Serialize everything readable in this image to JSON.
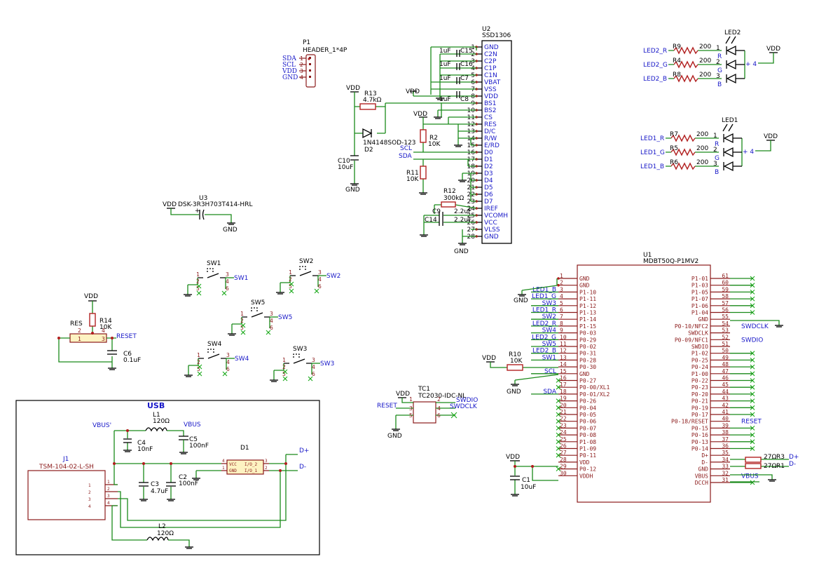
{
  "power_labels": {
    "vdd": "VDD",
    "gnd": "GND",
    "vbus": "VBUS",
    "vbus_p": "VBUS'"
  },
  "p1": {
    "ref": "P1",
    "value": "HEADER_1*4P",
    "pins": [
      {
        "num": "1",
        "net": "SDA"
      },
      {
        "num": "2",
        "net": "SCL"
      },
      {
        "num": "3",
        "net": "VDD"
      },
      {
        "num": "4",
        "net": "GND"
      }
    ]
  },
  "u2": {
    "ref": "U2",
    "value": "SSD1306",
    "pins": [
      {
        "num": "1",
        "name": "GND"
      },
      {
        "num": "2",
        "name": "C2N"
      },
      {
        "num": "3",
        "name": "C2P"
      },
      {
        "num": "4",
        "name": "C1P"
      },
      {
        "num": "5",
        "name": "C1N"
      },
      {
        "num": "6",
        "name": "VBAT"
      },
      {
        "num": "7",
        "name": "VSS"
      },
      {
        "num": "8",
        "name": "VDD"
      },
      {
        "num": "9",
        "name": "BS1"
      },
      {
        "num": "10",
        "name": "BS2"
      },
      {
        "num": "11",
        "name": "CS"
      },
      {
        "num": "12",
        "name": "RES"
      },
      {
        "num": "13",
        "name": "D/C"
      },
      {
        "num": "14",
        "name": "R/W"
      },
      {
        "num": "15",
        "name": "E/RD"
      },
      {
        "num": "16",
        "name": "D0"
      },
      {
        "num": "17",
        "name": "D1"
      },
      {
        "num": "18",
        "name": "D2"
      },
      {
        "num": "19",
        "name": "D3"
      },
      {
        "num": "20",
        "name": "D4"
      },
      {
        "num": "21",
        "name": "D5"
      },
      {
        "num": "22",
        "name": "D6"
      },
      {
        "num": "23",
        "name": "D7"
      },
      {
        "num": "24",
        "name": "IREF"
      },
      {
        "num": "25",
        "name": "VCOMH"
      },
      {
        "num": "26",
        "name": "VCC"
      },
      {
        "num": "27",
        "name": "VLSS"
      },
      {
        "num": "28",
        "name": "GND"
      }
    ],
    "caps": [
      {
        "ref": "C15",
        "value": "1uF"
      },
      {
        "ref": "C16",
        "value": "1uF"
      },
      {
        "ref": "C7",
        "value": "1uF"
      },
      {
        "ref": "C8",
        "value": "1uF"
      }
    ],
    "net_scl": "SCL",
    "net_sda": "SDA"
  },
  "oled_passives": {
    "r13": {
      "ref": "R13",
      "value": "4.7kΩ"
    },
    "d2": {
      "ref": "D2",
      "value": "1N4148SOD-123"
    },
    "c10": {
      "ref": "C10",
      "value": "10uF"
    },
    "r2": {
      "ref": "R2",
      "value": "10K"
    },
    "r11": {
      "ref": "R11",
      "value": "10K"
    },
    "r12": {
      "ref": "R12",
      "value": "300kΩ"
    },
    "c9": {
      "ref": "C9",
      "value": "2.2uF"
    },
    "c14": {
      "ref": "C14",
      "value": "2.2uF"
    }
  },
  "u3": {
    "ref": "U3",
    "value": "DSK-3R3H703T414-HRL"
  },
  "switches": [
    {
      "ref": "SW1",
      "net": "SW1"
    },
    {
      "ref": "SW2",
      "net": "SW2"
    },
    {
      "ref": "SW5",
      "net": "SW5"
    },
    {
      "ref": "SW4",
      "net": "SW4"
    },
    {
      "ref": "SW3",
      "net": "SW3"
    }
  ],
  "switch_pins": [
    "1",
    "2",
    "3",
    "4",
    "5",
    "6"
  ],
  "reset": {
    "sw_ref": "RES",
    "r14": {
      "ref": "R14",
      "value": "10K"
    },
    "c6": {
      "ref": "C6",
      "value": "0.1uF"
    },
    "net": "RESET"
  },
  "leds": [
    {
      "ref": "LED2",
      "nets": [
        "LED2_R",
        "LED2_G",
        "LED2_B"
      ],
      "resistors": [
        {
          "ref": "R9",
          "value": "200"
        },
        {
          "ref": "R4",
          "value": "200"
        },
        {
          "ref": "R8",
          "value": "200"
        }
      ],
      "colors": [
        "R",
        "G",
        "B"
      ],
      "pin_common": "+ 4"
    },
    {
      "ref": "LED1",
      "nets": [
        "LED1_R",
        "LED1_G",
        "LED1_B"
      ],
      "resistors": [
        {
          "ref": "R7",
          "value": "200"
        },
        {
          "ref": "R5",
          "value": "200"
        },
        {
          "ref": "R6",
          "value": "200"
        }
      ],
      "colors": [
        "R",
        "G",
        "B"
      ],
      "pin_common": "+ 4"
    }
  ],
  "u1": {
    "ref": "U1",
    "value": "MDBT50Q-P1MV2",
    "left_pins": [
      {
        "num": "1",
        "name": "GND",
        "net": ""
      },
      {
        "num": "2",
        "name": "GND",
        "net": ""
      },
      {
        "num": "3",
        "name": "P1-10",
        "net": "LED1_B"
      },
      {
        "num": "4",
        "name": "P1-11",
        "net": "LED1_G"
      },
      {
        "num": "5",
        "name": "P1-12",
        "net": "SW3"
      },
      {
        "num": "6",
        "name": "P1-13",
        "net": "LED1_R"
      },
      {
        "num": "7",
        "name": "P1-14",
        "net": "SW2"
      },
      {
        "num": "8",
        "name": "P1-15",
        "net": "LED2_R"
      },
      {
        "num": "9",
        "name": "P0-03",
        "net": "SW4"
      },
      {
        "num": "10",
        "name": "P0-29",
        "net": "LED2_G"
      },
      {
        "num": "11",
        "name": "P0-02",
        "net": "SW5"
      },
      {
        "num": "12",
        "name": "P0-31",
        "net": "LED2_B"
      },
      {
        "num": "13",
        "name": "P0-28",
        "net": "SW1"
      },
      {
        "num": "14",
        "name": "P0-30",
        "net": ""
      },
      {
        "num": "15",
        "name": "GND",
        "net": "SCL"
      },
      {
        "num": "16",
        "name": "P0-27",
        "net": ""
      },
      {
        "num": "17",
        "name": "P0-00/XL1",
        "net": ""
      },
      {
        "num": "18",
        "name": "P0-01/XL2",
        "net": "SDA"
      },
      {
        "num": "19",
        "name": "P0-26",
        "net": ""
      },
      {
        "num": "20",
        "name": "P0-04",
        "net": ""
      },
      {
        "num": "21",
        "name": "P0-05",
        "net": ""
      },
      {
        "num": "22",
        "name": "P0-06",
        "net": ""
      },
      {
        "num": "23",
        "name": "P0-07",
        "net": ""
      },
      {
        "num": "24",
        "name": "P0-08",
        "net": ""
      },
      {
        "num": "25",
        "name": "P1-08",
        "net": ""
      },
      {
        "num": "26",
        "name": "P1-09",
        "net": ""
      },
      {
        "num": "27",
        "name": "P0-11",
        "net": ""
      },
      {
        "num": "28",
        "name": "VDD",
        "net": ""
      },
      {
        "num": "29",
        "name": "P0-12",
        "net": ""
      },
      {
        "num": "30",
        "name": "VDDH",
        "net": ""
      }
    ],
    "right_pins": [
      {
        "num": "61",
        "name": "P1-01",
        "net": ""
      },
      {
        "num": "60",
        "name": "P1-03",
        "net": ""
      },
      {
        "num": "59",
        "name": "P1-05",
        "net": ""
      },
      {
        "num": "58",
        "name": "P1-07",
        "net": ""
      },
      {
        "num": "57",
        "name": "P1-06",
        "net": ""
      },
      {
        "num": "56",
        "name": "P1-04",
        "net": ""
      },
      {
        "num": "55",
        "name": "GND",
        "net": ""
      },
      {
        "num": "54",
        "name": "P0-10/NFC2",
        "net": "SWDCLK"
      },
      {
        "num": "53",
        "name": "SWDCLK",
        "net": ""
      },
      {
        "num": "52",
        "name": "P0-09/NFC1",
        "net": "SWDIO"
      },
      {
        "num": "51",
        "name": "SWDIO",
        "net": ""
      },
      {
        "num": "50",
        "name": "P1-02",
        "net": ""
      },
      {
        "num": "49",
        "name": "P0-25",
        "net": ""
      },
      {
        "num": "48",
        "name": "P0-24",
        "net": ""
      },
      {
        "num": "47",
        "name": "P1-00",
        "net": ""
      },
      {
        "num": "46",
        "name": "P0-22",
        "net": ""
      },
      {
        "num": "45",
        "name": "P0-23",
        "net": ""
      },
      {
        "num": "44",
        "name": "P0-20",
        "net": ""
      },
      {
        "num": "43",
        "name": "P0-21",
        "net": ""
      },
      {
        "num": "42",
        "name": "P0-19",
        "net": ""
      },
      {
        "num": "41",
        "name": "P0-17",
        "net": ""
      },
      {
        "num": "40",
        "name": "P0-18/RESET",
        "net": "RESET"
      },
      {
        "num": "39",
        "name": "P0-15",
        "net": ""
      },
      {
        "num": "38",
        "name": "P0-16",
        "net": ""
      },
      {
        "num": "37",
        "name": "P0-13",
        "net": ""
      },
      {
        "num": "36",
        "name": "P0-14",
        "net": ""
      },
      {
        "num": "35",
        "name": "D+",
        "net": "D+"
      },
      {
        "num": "34",
        "name": "D-",
        "net": "D-"
      },
      {
        "num": "33",
        "name": "GND",
        "net": ""
      },
      {
        "num": "32",
        "name": "VBUS",
        "net": "VBUS"
      },
      {
        "num": "31",
        "name": "DCCH",
        "net": ""
      }
    ],
    "r10": {
      "ref": "R10",
      "value": "10K"
    },
    "c1": {
      "ref": "C1",
      "value": "10uF"
    },
    "r3": {
      "ref": "R3",
      "value": "27Ω"
    },
    "r1": {
      "ref": "R1",
      "value": "27Ω"
    }
  },
  "tc1": {
    "ref": "TC1",
    "value": "TC2030-IDC-NL",
    "pins": [
      "1",
      "2",
      "3",
      "4",
      "5",
      "6"
    ],
    "nets": {
      "vdd": "VDD",
      "swdio": "SWDIO",
      "reset": "RESET",
      "swdclk": "SWDCLK",
      "gnd": "GND"
    }
  },
  "usb": {
    "title": "USB",
    "j1": {
      "ref": "J1",
      "value": "TSM-104-02-L-SH",
      "pins": [
        "1",
        "2",
        "3",
        "4"
      ]
    },
    "l1": {
      "ref": "L1",
      "value": "120Ω"
    },
    "l2": {
      "ref": "L2",
      "value": "120Ω"
    },
    "c4": {
      "ref": "C4",
      "value": "10nF"
    },
    "c5": {
      "ref": "C5",
      "value": "100nF"
    },
    "c3": {
      "ref": "C3",
      "value": "4.7uF"
    },
    "c2": {
      "ref": "C2",
      "value": "100nF"
    },
    "d1": {
      "ref": "D1",
      "pins": [
        {
          "num": "4",
          "name": "VCC"
        },
        {
          "num": "1",
          "name": "GND"
        },
        {
          "num": "3",
          "name": "I/O_2"
        },
        {
          "num": "2",
          "name": "I/O_1"
        }
      ]
    },
    "dplus": "D+",
    "dminus": "D-"
  }
}
